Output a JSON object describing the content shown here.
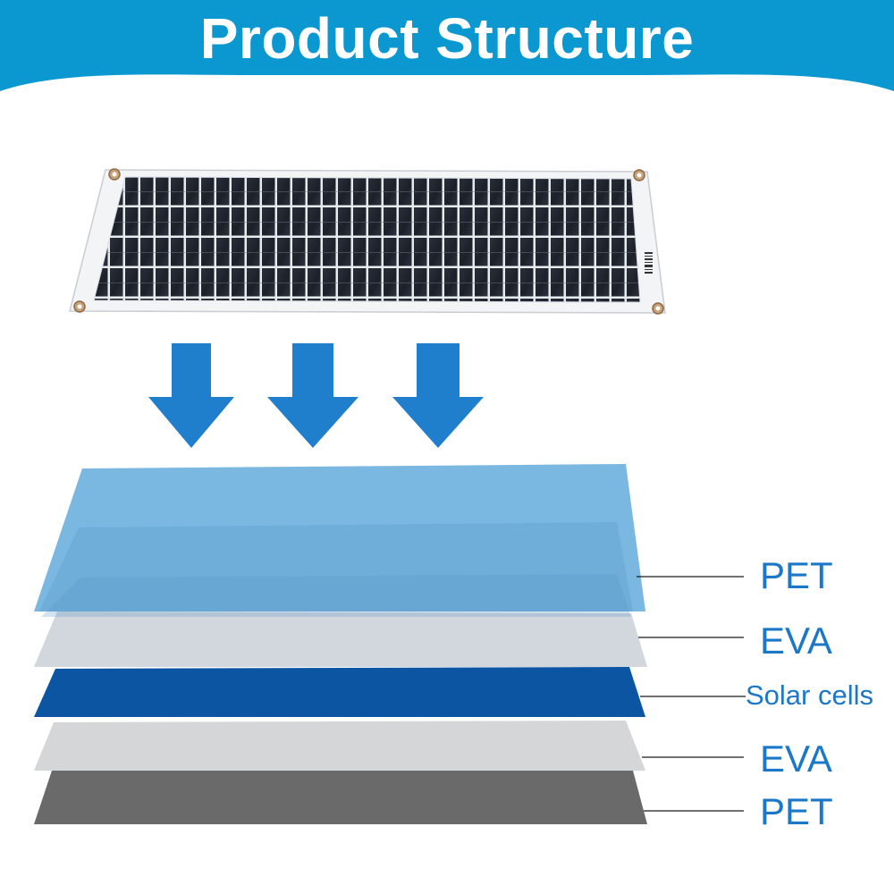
{
  "header": {
    "title": "Product Structure",
    "background_color": "#0b98d0"
  },
  "colors": {
    "arrow": "#1f7fcd",
    "label": "#1b78c9",
    "pet_top": "#73b3df",
    "eva": "#d2d7dd",
    "solar_cells": "#0c55a3",
    "pet_bottom": "#6a6a6a"
  },
  "icons": [
    "solar-panel-image",
    "down-arrow-icon"
  ],
  "layers": [
    {
      "label": "PET"
    },
    {
      "label": "EVA"
    },
    {
      "label": "Solar cells"
    },
    {
      "label": "EVA"
    },
    {
      "label": "PET"
    }
  ]
}
